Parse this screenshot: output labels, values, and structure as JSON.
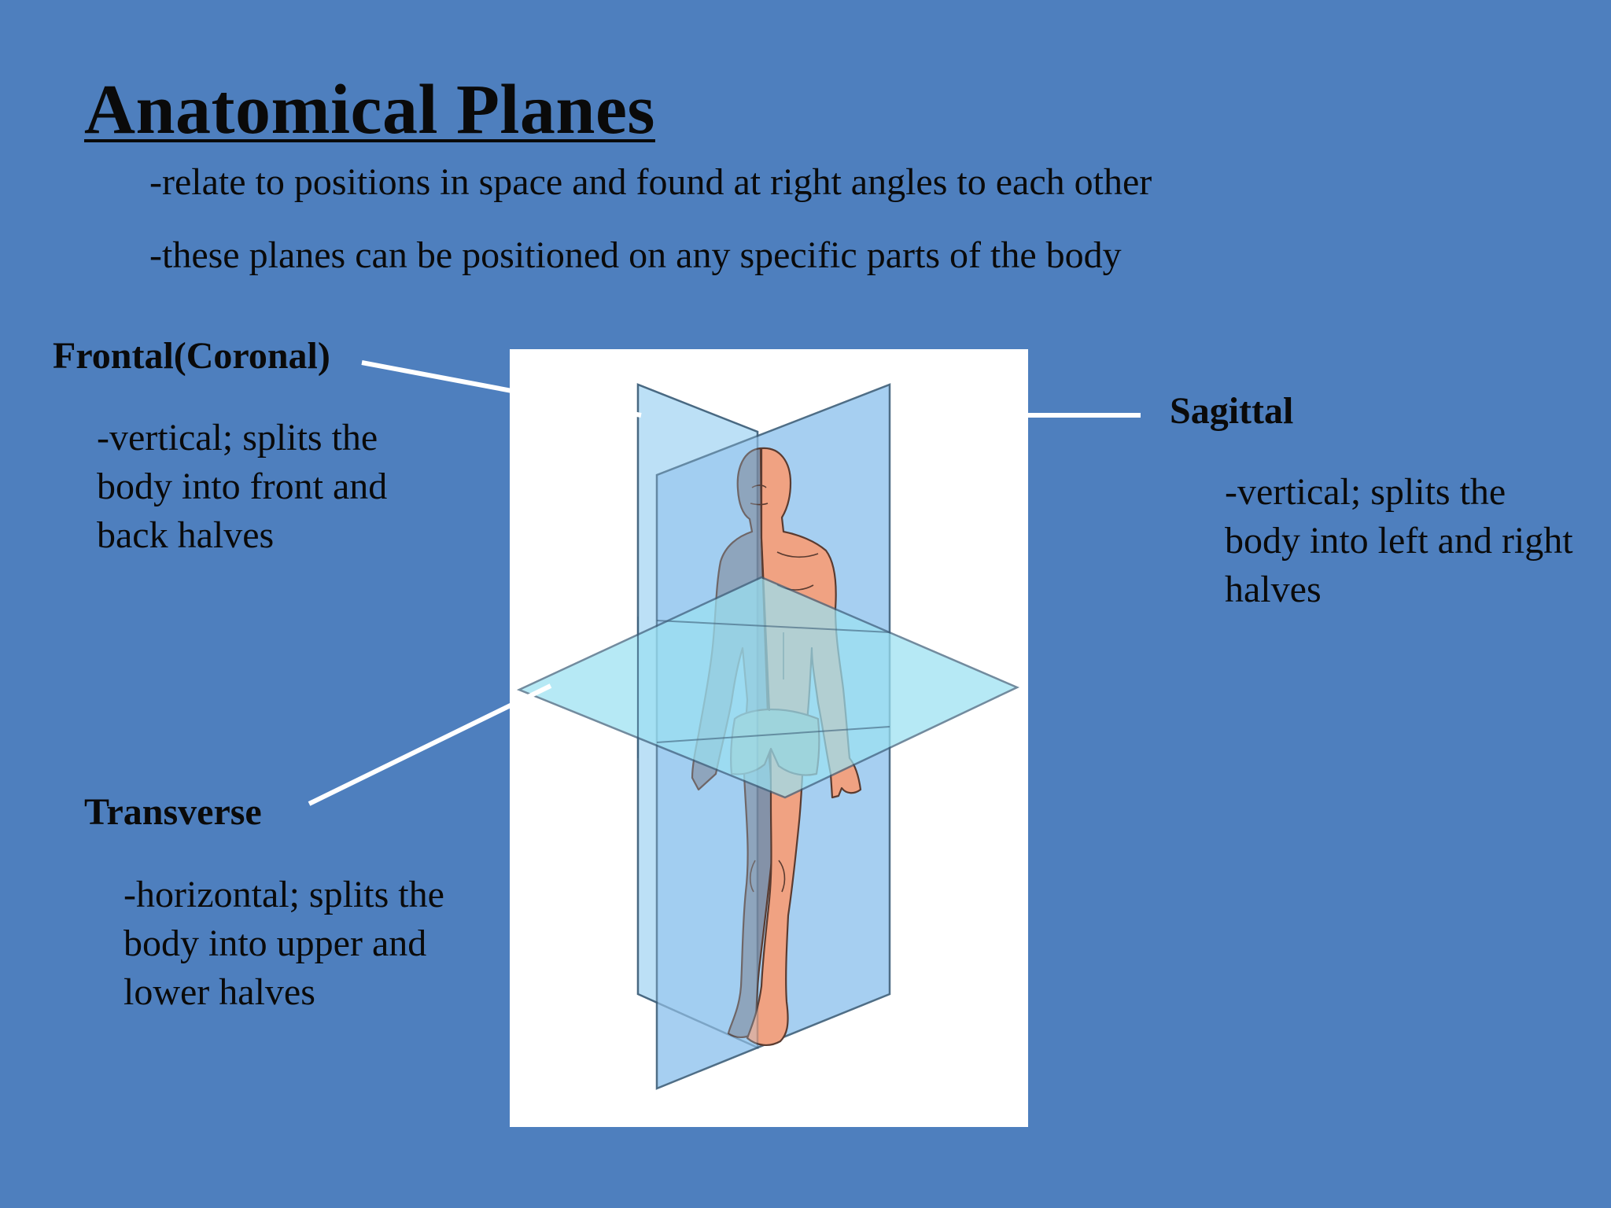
{
  "slide": {
    "title": "Anatomical Planes",
    "subtitle_lines": [
      "-relate to positions in space and found at right angles to each other",
      "-these planes can be positioned on any specific parts of the body"
    ]
  },
  "planes": {
    "frontal": {
      "heading": "Frontal(Coronal)",
      "description": "-vertical; splits the body into front and back halves"
    },
    "sagittal": {
      "heading": "Sagittal",
      "description": "-vertical; splits the body into left and right halves"
    },
    "transverse": {
      "heading": "Transverse",
      "description": "-horizontal; splits the body into upper and lower halves"
    }
  },
  "colors": {
    "background": "#4e7fbe",
    "text": "#0a0a0a",
    "pointer_lines": "#ffffff",
    "plane_fill": "#8ec3ef",
    "skin": "#f0a282",
    "shadow_side": "#8492a8"
  },
  "figure": {
    "icon": "human-body-anatomical-planes-illustration"
  }
}
